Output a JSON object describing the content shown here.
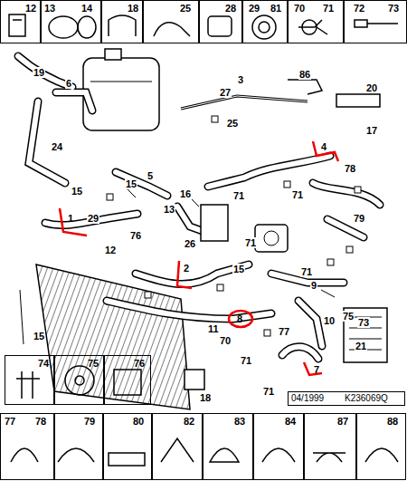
{
  "diagram": {
    "nodes": [
      {
        "text": [
          "12"
        ]
      },
      {
        "text": [
          "13",
          "14"
        ]
      },
      {
        "text": [
          "18"
        ]
      },
      {
        "text": [
          "25"
        ]
      },
      {
        "text": [
          "28"
        ]
      },
      {
        "text": [
          "29",
          "81"
        ]
      },
      {
        "text": [
          "70",
          "71"
        ]
      },
      {
        "text": [
          "72",
          "73"
        ]
      },
      {
        "text": [
          "74"
        ]
      },
      {
        "text": [
          "75"
        ]
      },
      {
        "text": [
          "76"
        ]
      },
      {
        "text": [
          "04/1999",
          "K236069Q"
        ]
      },
      {
        "text": [
          "77",
          "78"
        ]
      },
      {
        "text": [
          "79"
        ]
      },
      {
        "text": [
          "80"
        ]
      },
      {
        "text": [
          "82"
        ]
      },
      {
        "text": [
          "83"
        ]
      },
      {
        "text": [
          "84"
        ]
      },
      {
        "text": [
          "87"
        ]
      },
      {
        "text": [
          "88"
        ]
      }
    ],
    "labels": [
      "19",
      "6",
      "3",
      "86",
      "27",
      "20",
      "25",
      "17",
      "4",
      "24",
      "78",
      "5",
      "15",
      "16",
      "13",
      "71",
      "71",
      "15",
      "1",
      "29",
      "79",
      "76",
      "12",
      "26",
      "71",
      "2",
      "15",
      "71",
      "9",
      "75",
      "10",
      "8",
      "11",
      "73",
      "77",
      "15",
      "70",
      "21",
      "71",
      "7",
      "71",
      "18"
    ]
  }
}
